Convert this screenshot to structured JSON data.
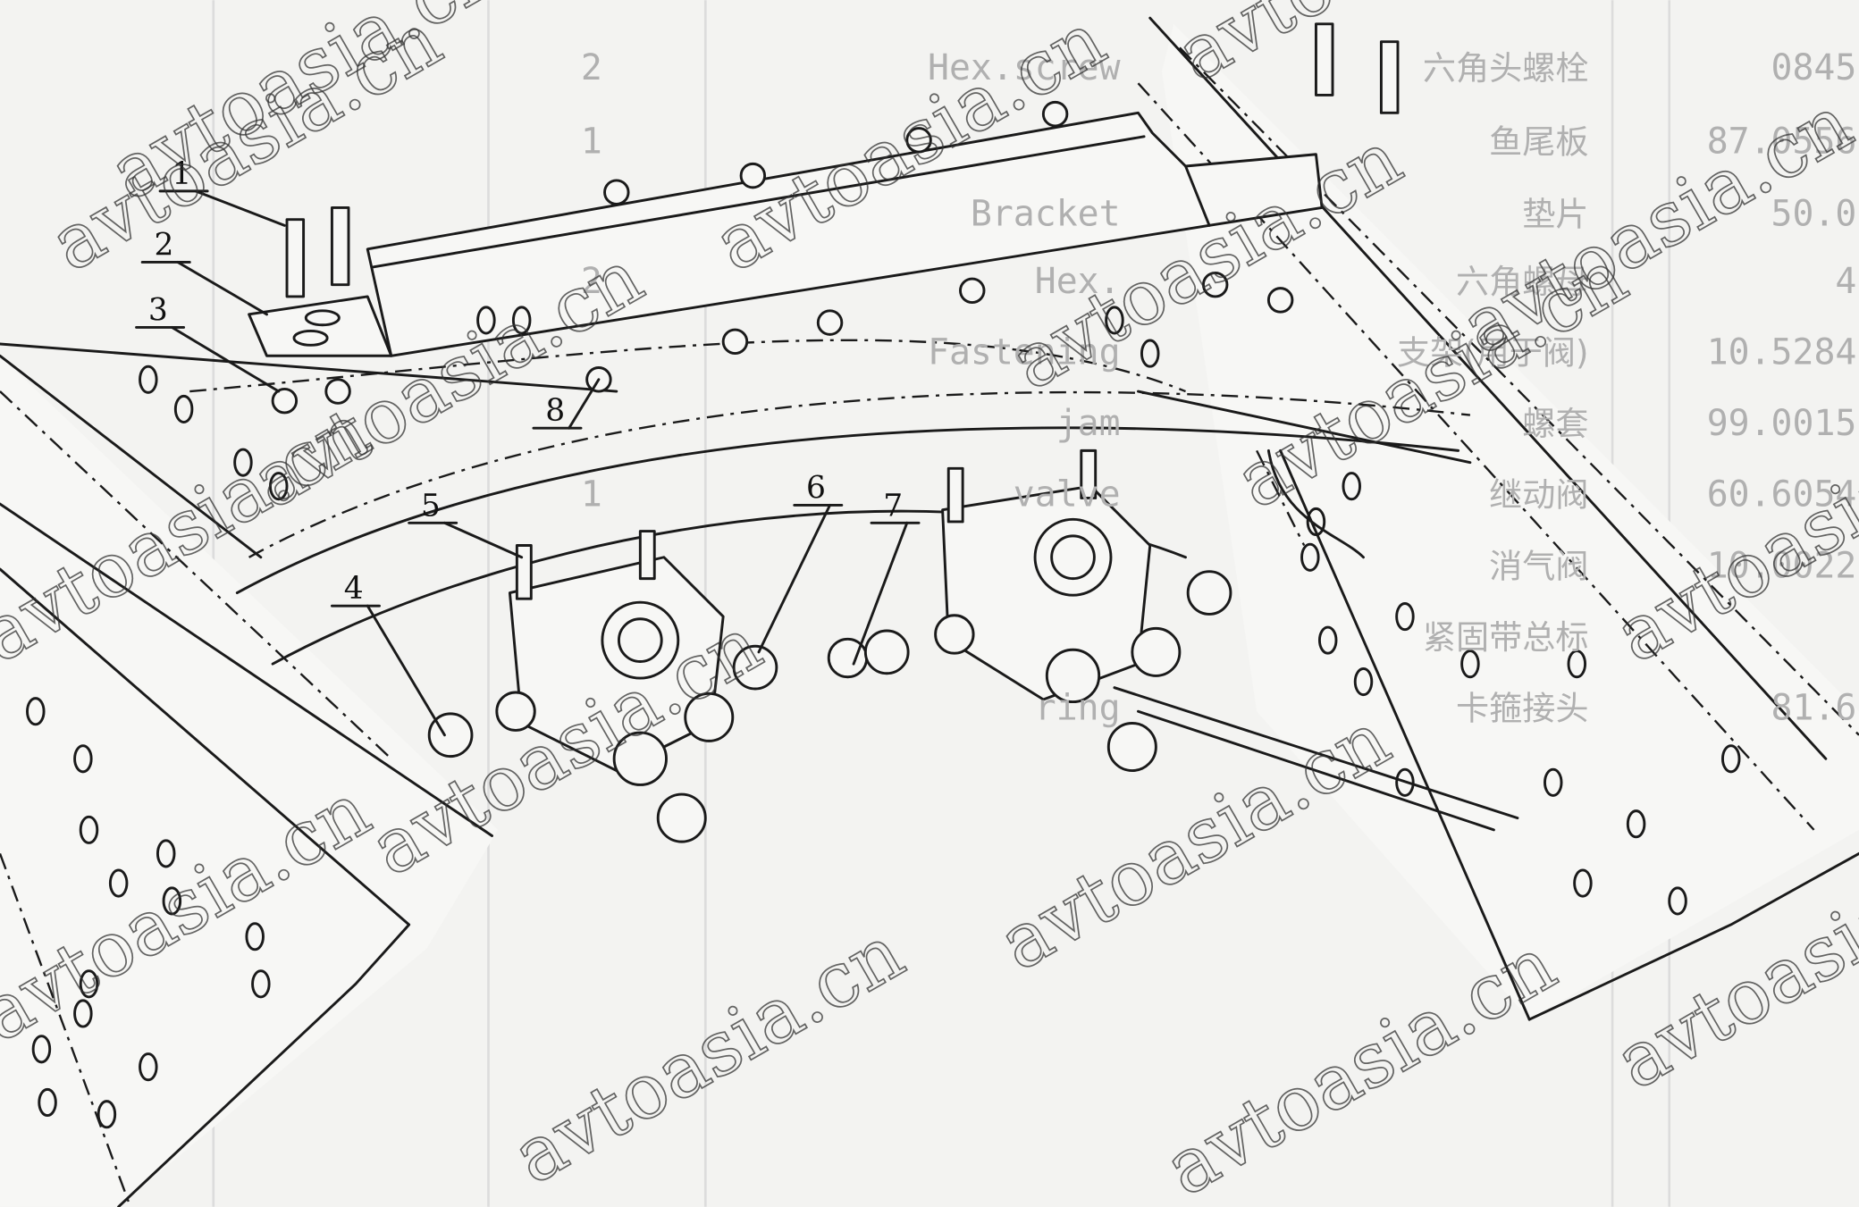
{
  "figure": {
    "watermark": "avtoasia.cn",
    "callouts": [
      "1",
      "2",
      "3",
      "4",
      "5",
      "6",
      "7",
      "8"
    ],
    "bleed_through_table": {
      "rows": [
        {
          "part_no": "0845",
          "name_cn": "六角头螺栓",
          "name_en": "Hex.screw",
          "qty": "2"
        },
        {
          "part_no": "87.0556",
          "name_cn": "鱼尾板",
          "name_en": "",
          "qty": "1"
        },
        {
          "part_no": "50.0",
          "name_cn": "垫片",
          "name_en": "Bracket",
          "qty": ""
        },
        {
          "part_no": "4",
          "name_cn": "六角螺母",
          "name_en": "Hex.",
          "qty": "2"
        },
        {
          "part_no": "10.5284",
          "name_cn": "支架(用于阀)",
          "name_en": "Fastening",
          "qty": ""
        },
        {
          "part_no": "99.0015",
          "name_cn": "螺套",
          "name_en": "jam",
          "qty": ""
        },
        {
          "part_no": "60.6054",
          "name_cn": "继动阀",
          "name_en": "valve",
          "qty": "1"
        },
        {
          "part_no": "10.0022",
          "name_cn": "消气阀",
          "name_en": "",
          "qty": ""
        },
        {
          "part_no": "",
          "name_cn": "紧固带总标",
          "name_en": "",
          "qty": ""
        },
        {
          "part_no": "81.6",
          "name_cn": "卡箍接头",
          "name_en": "ring",
          "qty": ""
        }
      ]
    }
  }
}
